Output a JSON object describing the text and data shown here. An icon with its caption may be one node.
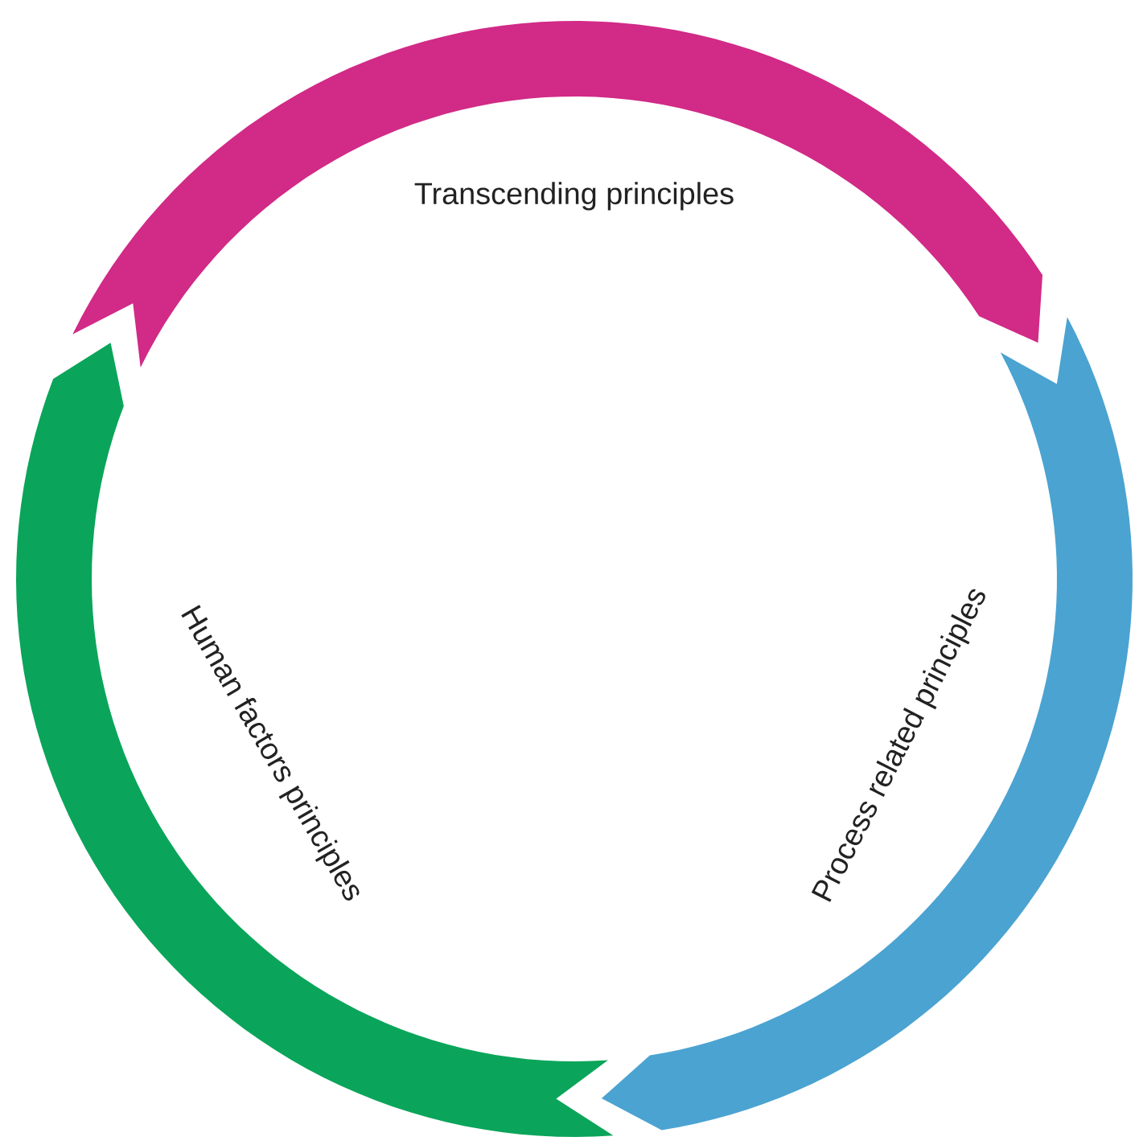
{
  "diagram": {
    "nodes": [
      {
        "text": [
          "Transcending principles"
        ]
      },
      {
        "text": [
          "Human factors principles"
        ]
      },
      {
        "text": [
          "Process related principles"
        ]
      }
    ]
  }
}
